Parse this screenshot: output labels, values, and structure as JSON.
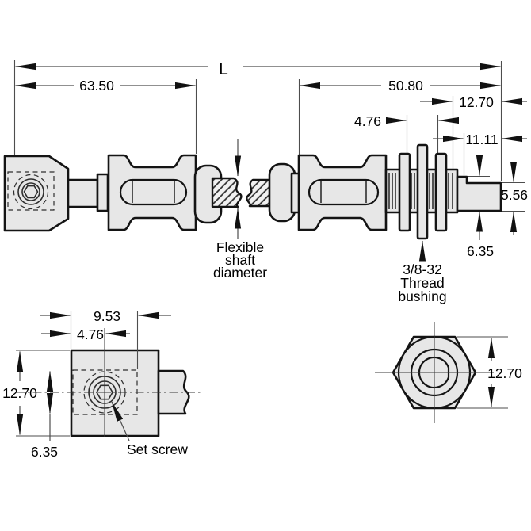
{
  "drawing": {
    "side_view": {
      "dim_overall": "L",
      "dim_left_length": "63.50",
      "dim_right_length": "50.80",
      "dim_shaft_extension": "12.70",
      "dim_nut_gap": "4.76",
      "dim_shaft_extension2": "11.11",
      "dim_tip_diameter": "5.56",
      "dim_step_diameter": "6.35",
      "label_flex_line1": "Flexible",
      "label_flex_line2": "shaft",
      "label_flex_line3": "diameter",
      "label_bushing_line1": "3/8-32",
      "label_bushing_line2": "Thread",
      "label_bushing_line3": "bushing"
    },
    "front_view": {
      "dim_width_to_dash": "9.53",
      "dim_center_offset": "4.76",
      "dim_height": "12.70",
      "dim_half_height": "6.35",
      "label_set_screw": "Set screw"
    },
    "hex_view": {
      "dim_across_flats": "12.70"
    }
  }
}
